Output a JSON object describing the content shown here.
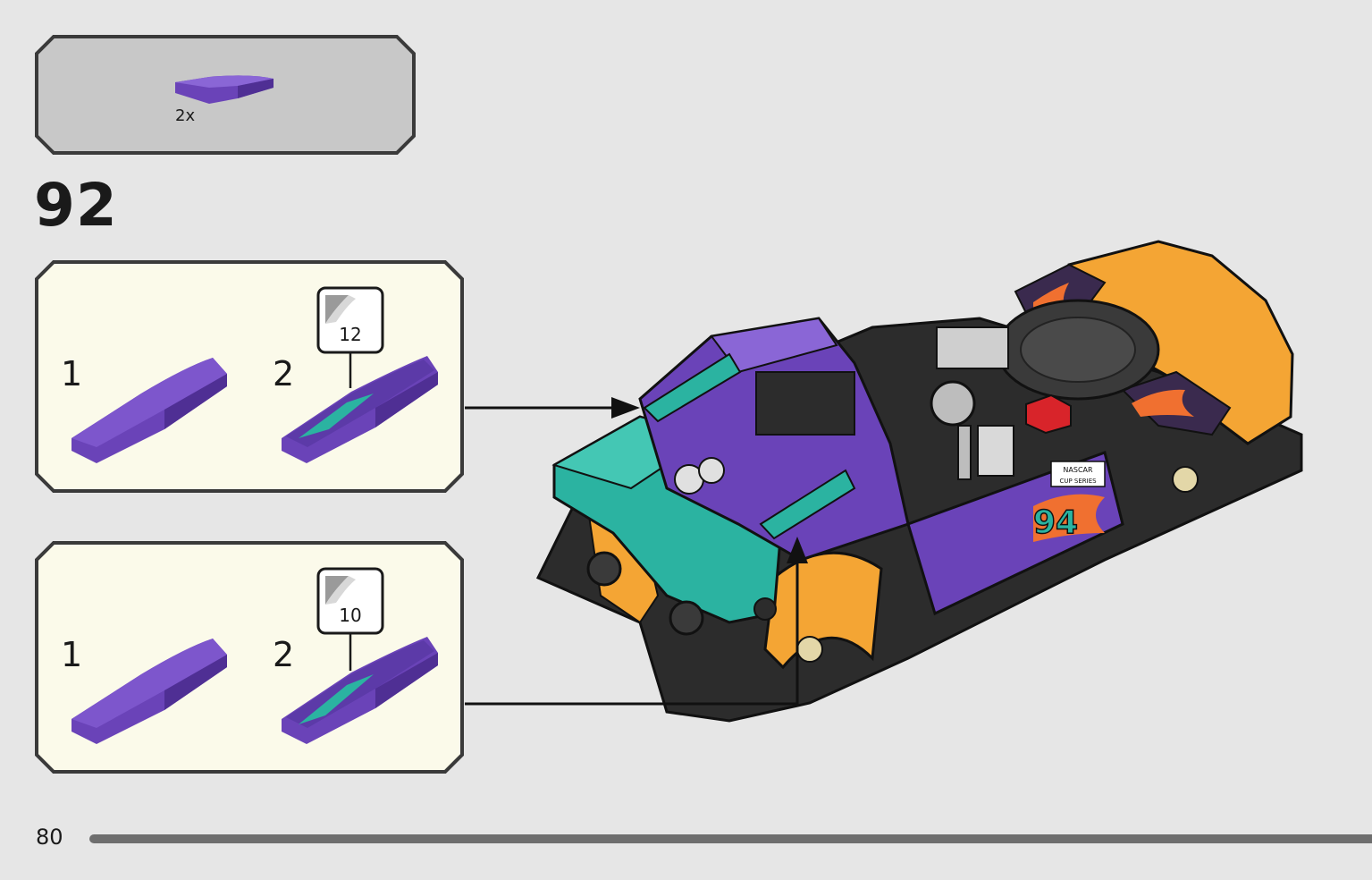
{
  "parts_list": {
    "quantity": "2x",
    "piece_color": "#6a43b8"
  },
  "step": {
    "number": "92"
  },
  "substeps": [
    {
      "first_label": "1",
      "second_label": "2",
      "sticker_number": "12"
    },
    {
      "first_label": "1",
      "second_label": "2",
      "sticker_number": "10"
    }
  ],
  "model": {
    "decal_number": "94",
    "decal_series": "NASCAR",
    "decal_cup": "CUP SERIES"
  },
  "footer": {
    "page_number": "80"
  },
  "colors": {
    "background": "#e6e6e6",
    "parts_panel": "#c8c8c8",
    "substep_panel": "#fbfaea",
    "purple": "#6a43b8",
    "teal": "#2bb3a1",
    "orange": "#f4a534",
    "dark": "#2c2c2c"
  }
}
